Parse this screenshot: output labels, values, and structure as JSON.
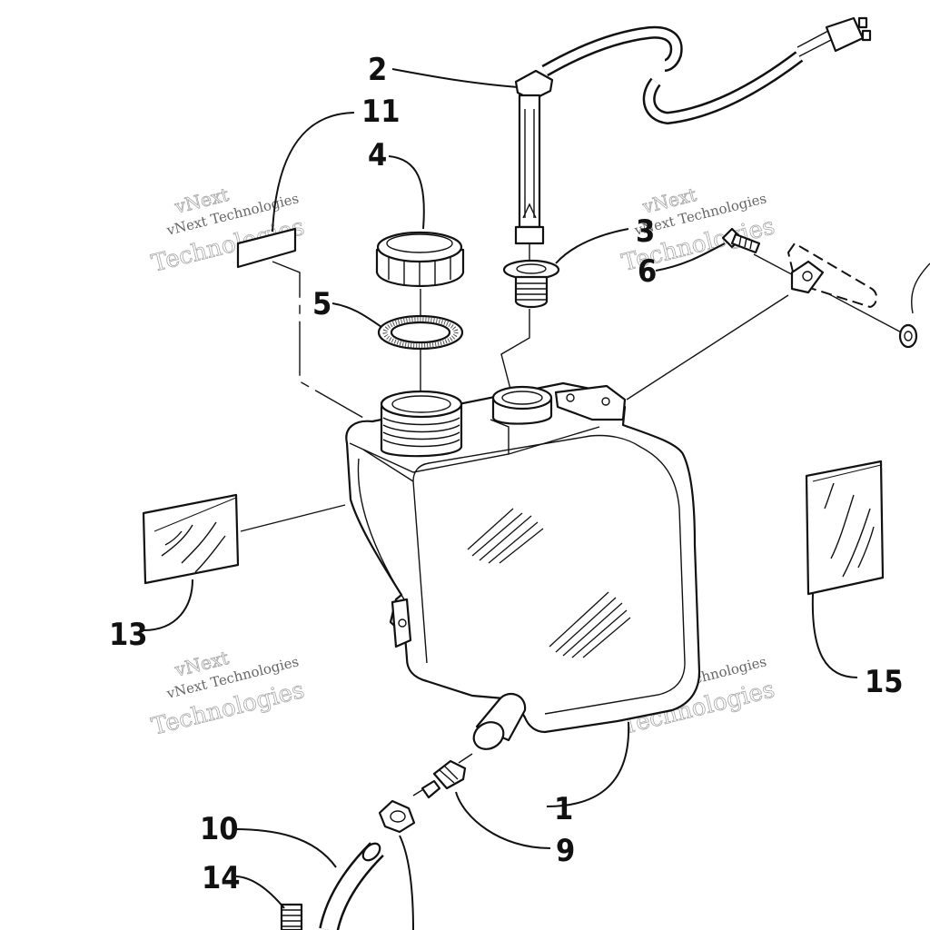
{
  "parts": [
    {
      "id": "part-1",
      "label": "1"
    },
    {
      "id": "part-2",
      "label": "2"
    },
    {
      "id": "part-3",
      "label": "3"
    },
    {
      "id": "part-4",
      "label": "4"
    },
    {
      "id": "part-5",
      "label": "5"
    },
    {
      "id": "part-6",
      "label": "6"
    },
    {
      "id": "part-9",
      "label": "9"
    },
    {
      "id": "part-10",
      "label": "10"
    },
    {
      "id": "part-11",
      "label": "11"
    },
    {
      "id": "part-13",
      "label": "13"
    },
    {
      "id": "part-14",
      "label": "14"
    },
    {
      "id": "part-15",
      "label": "15"
    }
  ],
  "watermark": {
    "line1": "vNext",
    "line2": "vNext Technologies",
    "line3": "Technologies"
  }
}
